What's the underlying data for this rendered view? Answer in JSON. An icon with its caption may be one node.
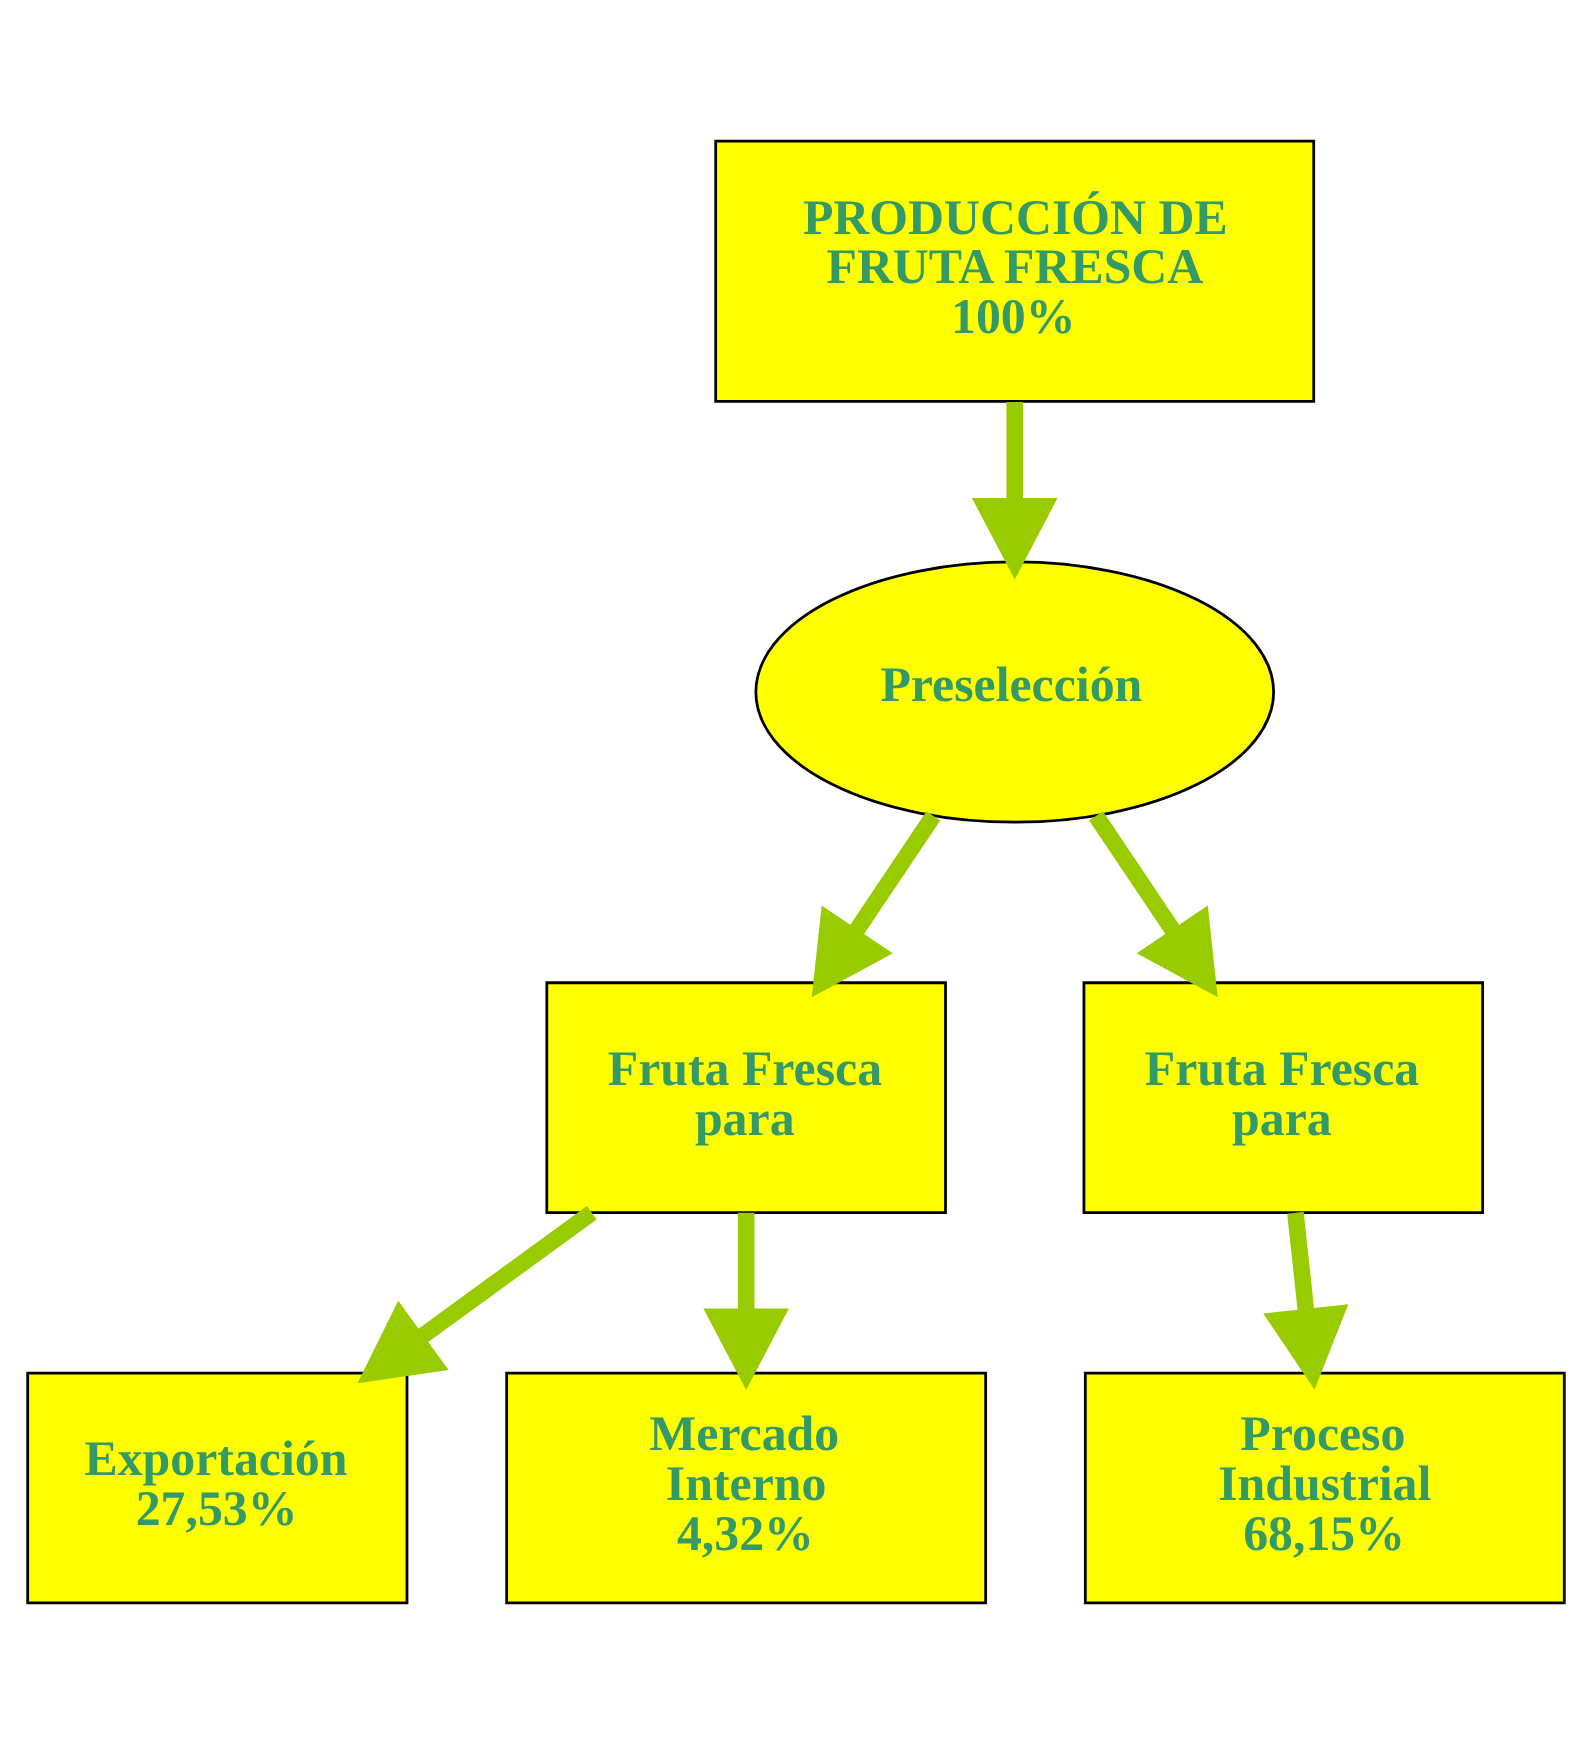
{
  "diagram": {
    "nodes": [
      {
        "text": [
          "PRODUCCIÓN DE FRUTA FRESCA",
          "100%"
        ]
      },
      {
        "text": [
          "Preselección"
        ]
      },
      {
        "text": [
          "Fruta Fresca para"
        ]
      },
      {
        "text": [
          "Fruta Fresca para"
        ]
      },
      {
        "text": [
          "Exportación",
          "27,53%"
        ]
      },
      {
        "text": [
          "Mercado Interno",
          "4,32%"
        ]
      },
      {
        "text": [
          "Proceso Industrial",
          "68,15%"
        ]
      }
    ],
    "edges": [
      {
        "from": 0,
        "to": 1,
        "arrow": "to"
      },
      {
        "from": 1,
        "to": 2,
        "arrow": "to"
      },
      {
        "from": 1,
        "to": 3,
        "arrow": "to"
      },
      {
        "from": 2,
        "to": 4,
        "arrow": "to"
      },
      {
        "from": 2,
        "to": 5,
        "arrow": "to"
      },
      {
        "from": 3,
        "to": 6,
        "arrow": "to"
      }
    ]
  }
}
